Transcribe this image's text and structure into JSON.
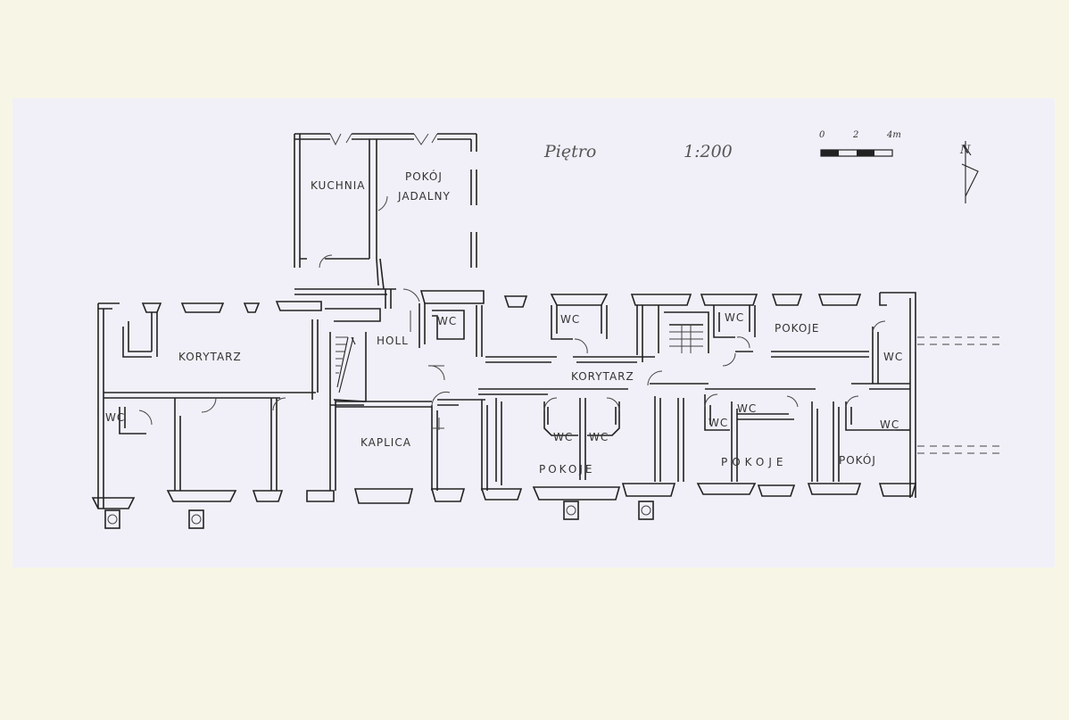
{
  "title": "Piętro",
  "scale": "1:200",
  "scale_bar": {
    "ticks": [
      "0",
      "2",
      "4m"
    ]
  },
  "north_label": "N",
  "rooms": {
    "kuchnia": "KUCHNIA",
    "pokoj_jadalny_1": "POKÓJ",
    "pokoj_jadalny_2": "JADALNY",
    "korytarz_left": "KORYTARZ",
    "holl": "HOLL",
    "kaplica": "KAPLICA",
    "korytarz_center": "KORYTARZ",
    "pokoje_top": "POKOJE",
    "pokoje_center": "POKOJE",
    "pokoje_right": "POKOJE",
    "pokoj_right": "POKÓJ",
    "wc": "WC"
  }
}
